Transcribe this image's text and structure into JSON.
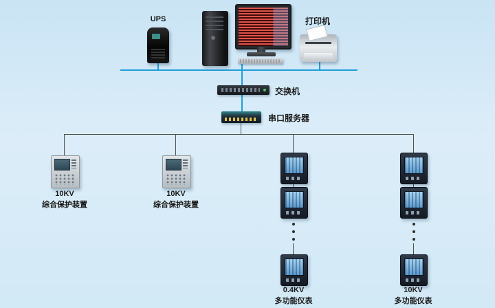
{
  "diagram": {
    "labels": {
      "ups": "UPS",
      "printer": "打印机",
      "switch": "交换机",
      "serial_server": "串口服务器",
      "protection1": {
        "kv": "10KV",
        "name": "综合保护装置"
      },
      "protection2": {
        "kv": "10KV",
        "name": "综合保护装置"
      },
      "meters_04kv": {
        "kv": "0.4KV",
        "name": "多功能仪表"
      },
      "meters_10kv": {
        "kv": "10KV",
        "name": "多功能仪表"
      }
    },
    "colors": {
      "background": "#d7eaf7",
      "backbone_wire": "#1e9ed8",
      "field_wire": "#4e4e4e"
    }
  }
}
